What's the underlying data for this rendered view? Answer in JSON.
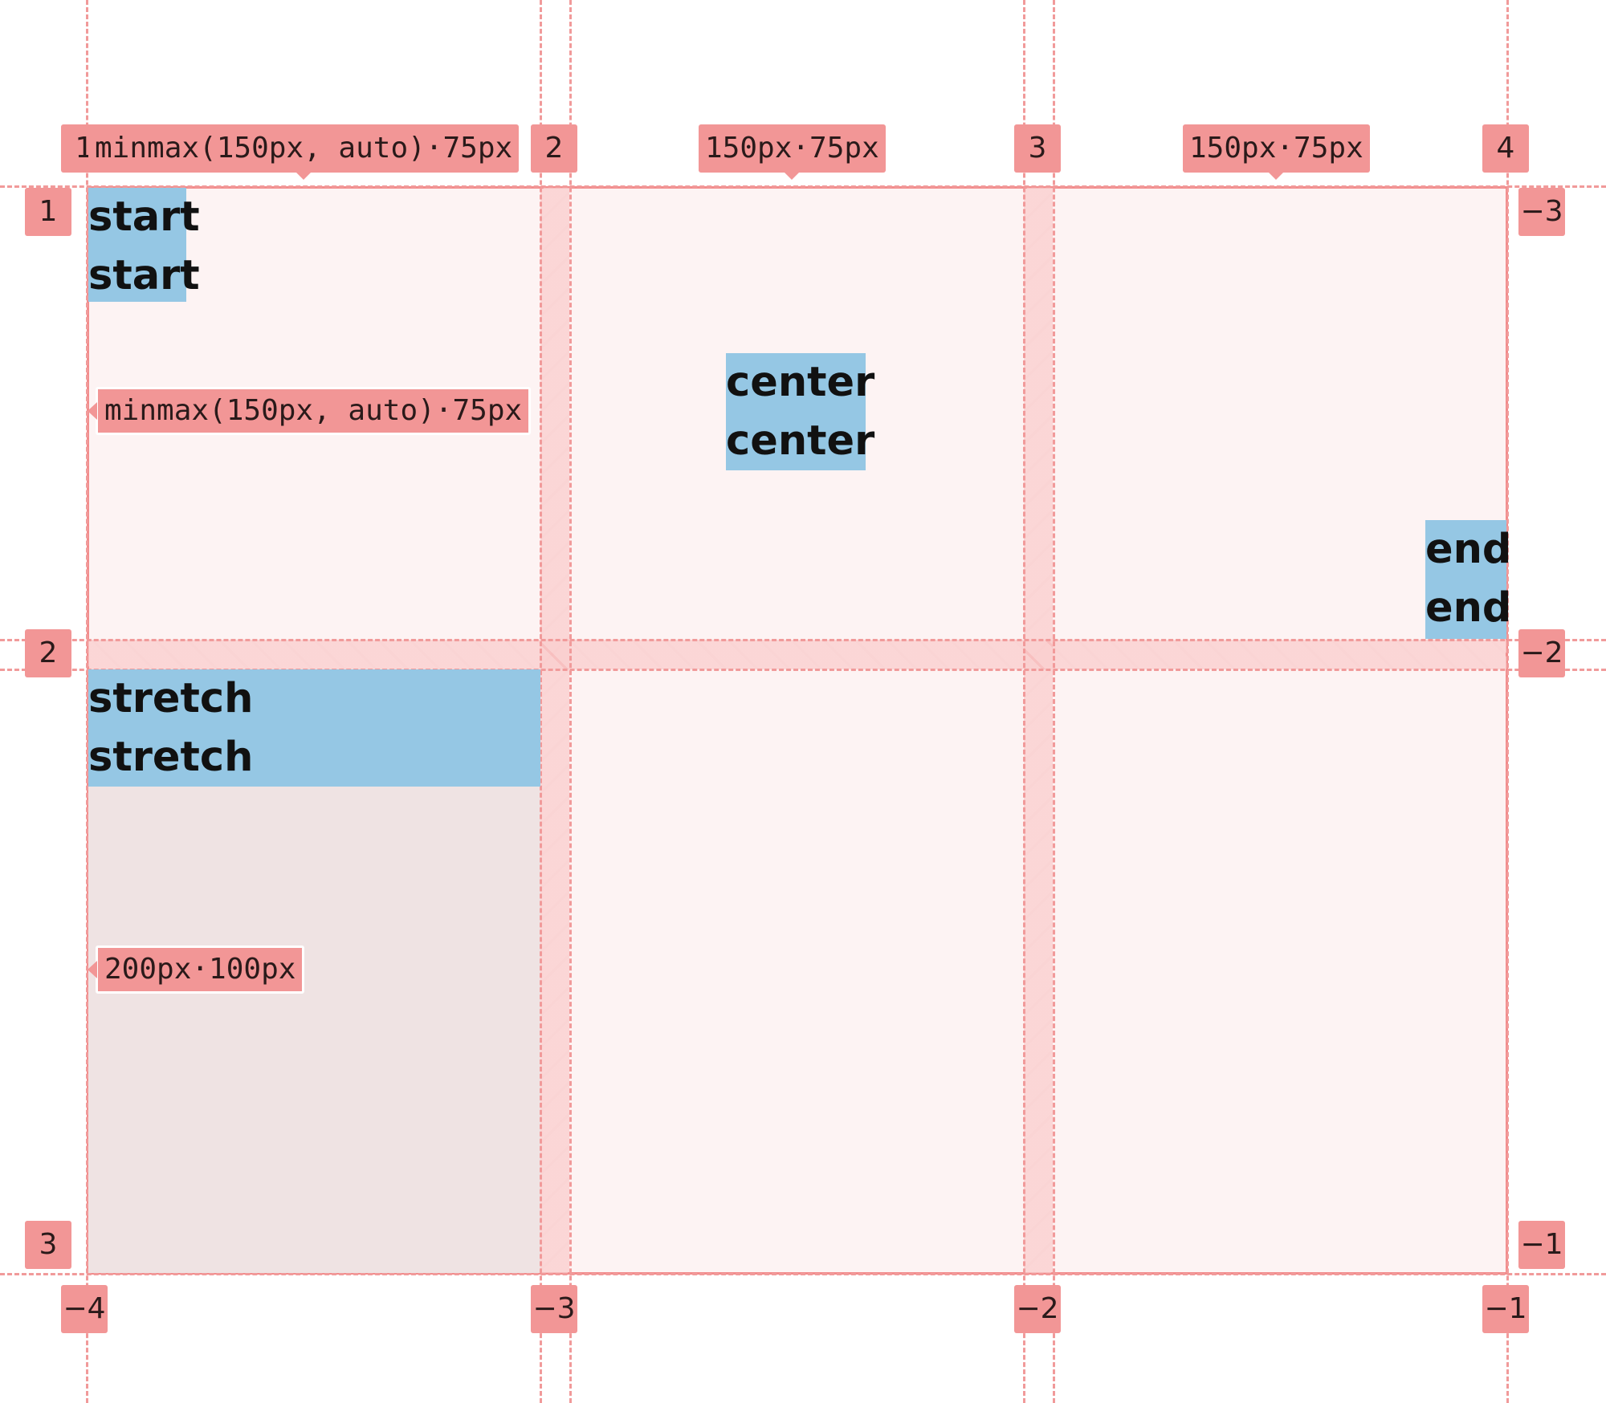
{
  "column_line_labels": [
    "1",
    "2",
    "3",
    "4"
  ],
  "column_line_labels_negative": [
    "−4",
    "−3",
    "−2",
    "−1"
  ],
  "row_line_labels": [
    "1",
    "2",
    "3"
  ],
  "row_line_labels_negative": [
    "−3",
    "−2",
    "−1"
  ],
  "column_sizes": [
    "minmax(150px, auto)·75px",
    "150px·75px",
    "150px·75px"
  ],
  "row_sizes": [
    "minmax(150px, auto)·75px",
    "200px·100px"
  ],
  "items": {
    "start": [
      "start",
      "start"
    ],
    "center": [
      "center",
      "center"
    ],
    "end": [
      "end",
      "end"
    ],
    "stretch": [
      "stretch",
      "stretch"
    ]
  },
  "colors": {
    "overlay": "#f29696",
    "grid_background": "#fdf3f3",
    "item_background": "#95c7e4"
  }
}
